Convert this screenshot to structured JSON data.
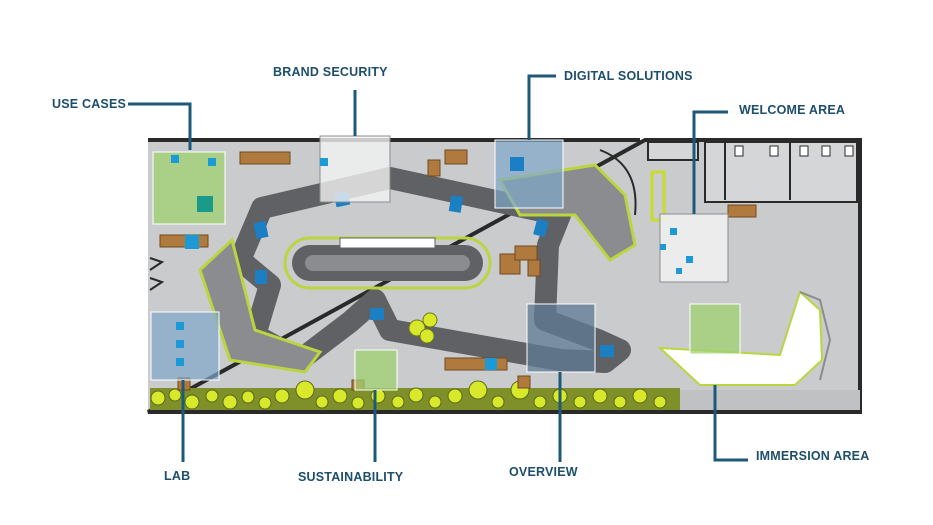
{
  "labels": {
    "use_cases": "USE CASES",
    "brand_security": "BRAND SECURITY",
    "digital_solutions": "DIGITAL SOLUTIONS",
    "welcome_area": "WELCOME AREA",
    "lab": "LAB",
    "sustainability": "SUSTAINABILITY",
    "overview": "OVERVIEW",
    "immersion_area": "IMMERSION AREA"
  },
  "colors": {
    "leader": "#1d5a7a",
    "label_text": "#1d4e6b",
    "wall": "#2a2a2a",
    "floor": "#c9cbcc",
    "track": "#5f6164",
    "track_accent": "#1b7fc4",
    "highlight_green": "#b9d641",
    "planter": "#7f8f2a",
    "plant": "#d8e82a",
    "wood": "#b07a3e",
    "overlay_green": "#9fd070",
    "overlay_white": "#f2f2f2",
    "overlay_blue": "#7fa6c9"
  }
}
